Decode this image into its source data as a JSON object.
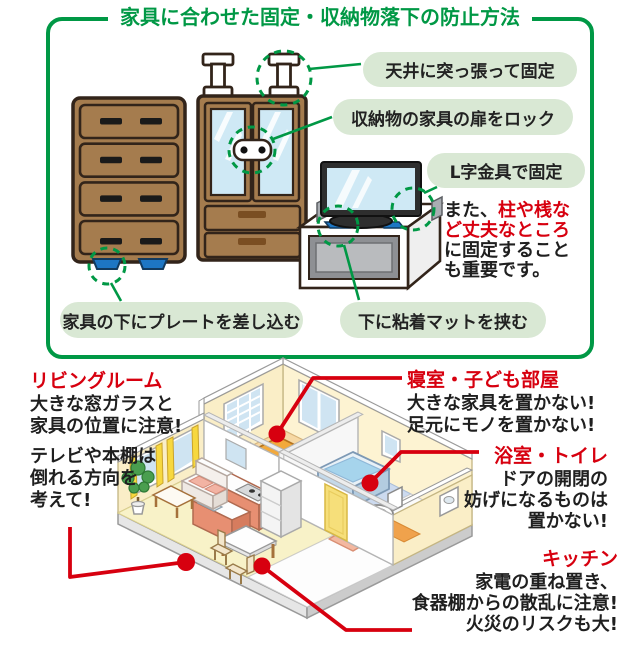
{
  "colors": {
    "green": "#009845",
    "pill_bg": "#d9e8d4",
    "red": "#d7000f",
    "ink": "#1f1f1f",
    "furniture_brown": "#a57c4e",
    "glass_blue": "#cfe9f5",
    "plate_blue": "#1d76c4"
  },
  "top_box": {
    "title": "家具に合わせた固定・収納物落下の防止方法",
    "label_ceiling": "天井に突っ張って固定",
    "label_lock": "収納物の家具の扉をロック",
    "label_bracket": "L字金具で固定",
    "label_plate": "家具の下にプレートを差し込む",
    "label_mat": "下に粘着マットを挟む",
    "note": {
      "l1_black": "また、",
      "l1_red": "柱や桟な",
      "l2_red": "ど丈夫なところ",
      "l3": "に固定すること",
      "l4": "も重要です。"
    }
  },
  "rooms": {
    "living": {
      "title": "リビングルーム",
      "l1": "大きな窓ガラスと",
      "l2": "家具の位置に注意!",
      "l3": "テレビや本棚は",
      "l4": "倒れる方向を",
      "l5": "考えて!"
    },
    "bedroom": {
      "title": "寝室・子ども部屋",
      "l1": "大きな家具を置かない!",
      "l2": "足元にモノを置かない!"
    },
    "bath": {
      "title": "浴室・トイレ",
      "l1": "ドアの開閉の",
      "l2": "妨げになるものは",
      "l3": "置かない!"
    },
    "kitchen": {
      "title": "キッチン",
      "l1": "家電の重ね置き、",
      "l2": "食器棚からの散乱に注意!",
      "l3": "火災のリスクも大!"
    }
  }
}
